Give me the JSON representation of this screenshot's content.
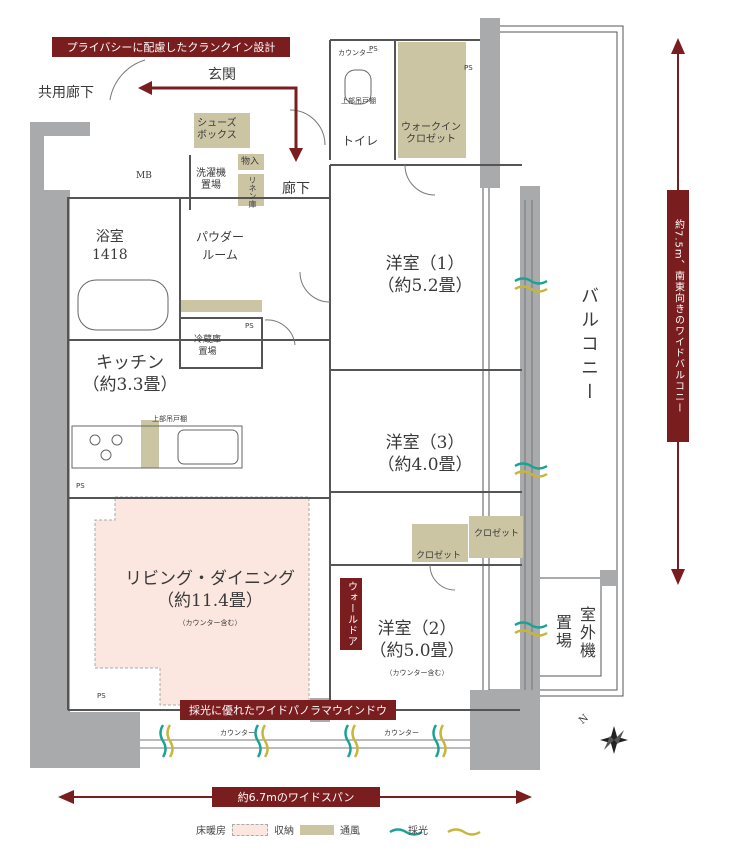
{
  "banners": {
    "crank_in": "プライバシーに配慮したクランクイン設計",
    "panorama_window": "採光に優れたワイドパノラマウインドウ",
    "wide_balcony": "約7.5m、南東向きのワイドバルコニー",
    "wide_span": "約6.7mのワイドスパン",
    "wall_door": "ウォールドア"
  },
  "rooms": {
    "living": {
      "name": "リビング・ダイニング",
      "size": "（約11.4畳）",
      "note": "（カウンター含む）"
    },
    "kitchen": {
      "name": "キッチン",
      "size": "（約3.3畳）"
    },
    "western1": {
      "name": "洋室（1）",
      "size": "（約5.2畳）"
    },
    "western3": {
      "name": "洋室（3）",
      "size": "（約4.0畳）"
    },
    "western2": {
      "name": "洋室（2）",
      "size": "（約5.0畳）",
      "note": "（カウンター含む）"
    },
    "bath": {
      "name": "浴室",
      "size": "1418"
    },
    "powder": {
      "name": "パウダー",
      "name2": "ルーム"
    },
    "balcony": "バルコニー",
    "outdoor_unit_1": "室外機",
    "outdoor_unit_2": "置場"
  },
  "labels": {
    "entrance": "玄関",
    "common_corridor": "共用廊下",
    "corridor": "廊下",
    "shoebox_1": "シューズ",
    "shoebox_2": "ボックス",
    "mb": "MB",
    "laundry_1": "洗濯機",
    "laundry_2": "置場",
    "storage": "物入",
    "linen": "リネン庫",
    "toilet": "トイレ",
    "walkin_1": "ウォークイン",
    "walkin_2": "クロゼット",
    "upper_cabinet": "上部吊戸棚",
    "counter": "カウンター",
    "ps": "PS",
    "fridge_1": "冷蔵庫",
    "fridge_2": "置場",
    "closet": "クロゼット",
    "compass": "N"
  },
  "legend": {
    "floor_heating": "床暖房",
    "storage": "収納",
    "ventilation": "通風",
    "daylight": "採光"
  },
  "colors": {
    "accent": "#7a1d1f",
    "wall": "#a9aaab",
    "storage": "#cbc5a4",
    "floor_heating": "#fbe7df",
    "ventilation": "#1aa394",
    "daylight": "#c9b53a"
  }
}
